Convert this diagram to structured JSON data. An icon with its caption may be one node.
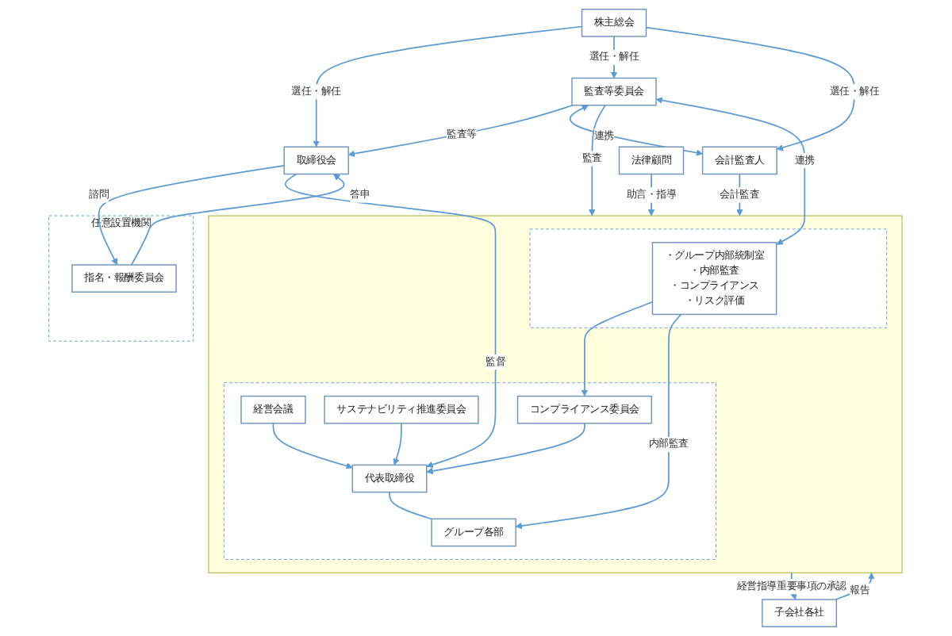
{
  "diagram": {
    "nodes": [
      {
        "text": [
          "株主総会"
        ]
      },
      {
        "text": [
          "任意設置機関"
        ]
      },
      {
        "text": [
          "指名・報酬委員会"
        ],
        "in": 1
      },
      {
        "text": [
          "取締役会"
        ]
      },
      {
        "text": [
          "監査等委員会"
        ]
      },
      {
        "text": [
          "会計監査人"
        ]
      },
      {
        "text": [],
        "shape": "box"
      },
      {
        "text": [],
        "shape": "box",
        "in": 6
      },
      {
        "text": [
          "経営会議"
        ],
        "in": 7
      },
      {
        "text": [
          "代表取締役"
        ],
        "in": 7
      },
      {
        "text": [
          "サステナビリティ推進委員会"
        ],
        "in": 7
      },
      {
        "text": [
          "コンプライアンス委員会"
        ],
        "in": 7
      },
      {
        "text": [
          "グループ各部"
        ],
        "in": 7
      },
      {
        "text": [],
        "shape": "box",
        "in": 6
      },
      {
        "text": [
          "・グループ内部統制室",
          "・内部監査",
          "・コンプライアンス",
          "・リスク評価"
        ],
        "in": 13
      },
      {
        "text": [
          "法律顧問"
        ]
      },
      {
        "text": [
          "子会社各社"
        ]
      }
    ],
    "edges": [
      {
        "from": 0,
        "to": 3,
        "arrow": "to",
        "label": "選任・解任"
      },
      {
        "from": 0,
        "to": 4,
        "arrow": "to",
        "label": "選任・解任"
      },
      {
        "from": 0,
        "to": 5,
        "arrow": "to",
        "label": "選任・解任"
      },
      {
        "from": 2,
        "to": 3,
        "arrow": "to",
        "label": "答申"
      },
      {
        "from": 3,
        "to": 2,
        "arrow": "to",
        "label": "諮問"
      },
      {
        "from": 4,
        "to": 3,
        "arrow": "to",
        "label": "監査等"
      },
      {
        "from": 4,
        "to": 5,
        "arrow": "both",
        "label": "連携"
      },
      {
        "from": 4,
        "to": 6,
        "arrow": "to",
        "label": "監査"
      },
      {
        "from": 14,
        "to": 4,
        "arrow": "both",
        "label": "連携"
      },
      {
        "from": 3,
        "to": 9,
        "arrow": "to",
        "label": "監督"
      },
      {
        "from": 5,
        "to": 6,
        "arrow": "to",
        "label": "会計監査"
      },
      {
        "from": 8,
        "to": 9,
        "arrow": "to"
      },
      {
        "from": 10,
        "to": 9,
        "arrow": "to"
      },
      {
        "from": 11,
        "to": 9,
        "arrow": "to"
      },
      {
        "from": 9,
        "to": 12,
        "arrow": "none"
      },
      {
        "from": 14,
        "to": 11,
        "arrow": "to"
      },
      {
        "from": 14,
        "to": 12,
        "arrow": "to",
        "label": "内部監査"
      },
      {
        "from": 15,
        "to": 6,
        "arrow": "to",
        "label": "助言・指導"
      },
      {
        "from": 6,
        "to": 16,
        "arrow": "to",
        "label": "経営指導重要事項の承認"
      },
      {
        "from": 16,
        "to": 6,
        "arrow": "to",
        "label": "報告"
      }
    ]
  }
}
